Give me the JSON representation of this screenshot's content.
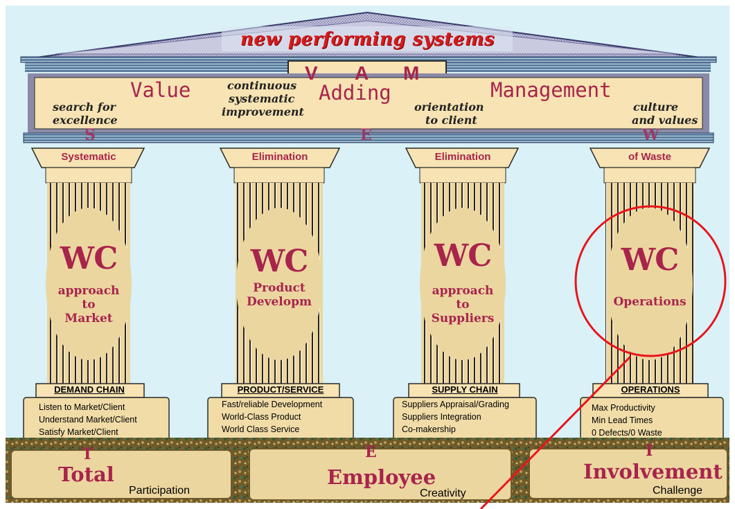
{
  "roof": {
    "title": "new performing systems"
  },
  "vam": {
    "letters": [
      "V",
      "A",
      "M"
    ]
  },
  "frieze": {
    "value_word": "Value",
    "adding_word": "Adding",
    "management_word": "Management",
    "phrases": [
      {
        "line1": "search for",
        "line2": "excellence"
      },
      {
        "line1": "continuous",
        "line2": "systematic",
        "line3": "improvement"
      },
      {
        "line1": "orientation",
        "line2": "to client"
      },
      {
        "line1": "culture",
        "line2": "and values"
      }
    ]
  },
  "sew": {
    "letters": [
      "S",
      "E",
      "W"
    ]
  },
  "pillars": [
    {
      "capital": "Systematic",
      "wc": "WC",
      "sub": [
        "approach",
        "to",
        "Market"
      ],
      "base_title": "DEMAND CHAIN",
      "items": [
        "Listen to Market/Client",
        "Understand Market/Client",
        "Satisfy Market/Client"
      ]
    },
    {
      "capital": "Elimination",
      "wc": "WC",
      "sub": [
        "Product",
        "Developm"
      ],
      "base_title": "PRODUCT/SERVICE",
      "items": [
        "Fast/reliable Development",
        "World-Class Product",
        "World Class Service"
      ]
    },
    {
      "capital": "Elimination",
      "wc": "WC",
      "sub": [
        "approach",
        "to",
        "Suppliers"
      ],
      "base_title": "SUPPLY CHAIN",
      "items": [
        "Suppliers Appraisal/Grading",
        "Suppliers Integration",
        "Co-makership"
      ]
    },
    {
      "capital": "of Waste",
      "wc": "WC",
      "sub": [
        "Operations"
      ],
      "base_title": "OPERATIONS",
      "items": [
        "Max Productivity",
        "Min Lead Times",
        "0 Defects/0 Waste"
      ]
    }
  ],
  "foundation": [
    {
      "letter": "T",
      "word": "Total",
      "sub": "Participation"
    },
    {
      "letter": "E",
      "word": "Employee",
      "sub": "Creativity"
    },
    {
      "letter": "I",
      "word": "Involvement",
      "sub": "Challenge"
    }
  ],
  "colors": {
    "sky": "#d9f1f7",
    "roof_gray": "#a9a9c9",
    "frieze_bg": "#f7e3b3",
    "column_body": "#ecd6a0",
    "accent": "#a8244c",
    "highlight_circle": "#e8141c"
  }
}
